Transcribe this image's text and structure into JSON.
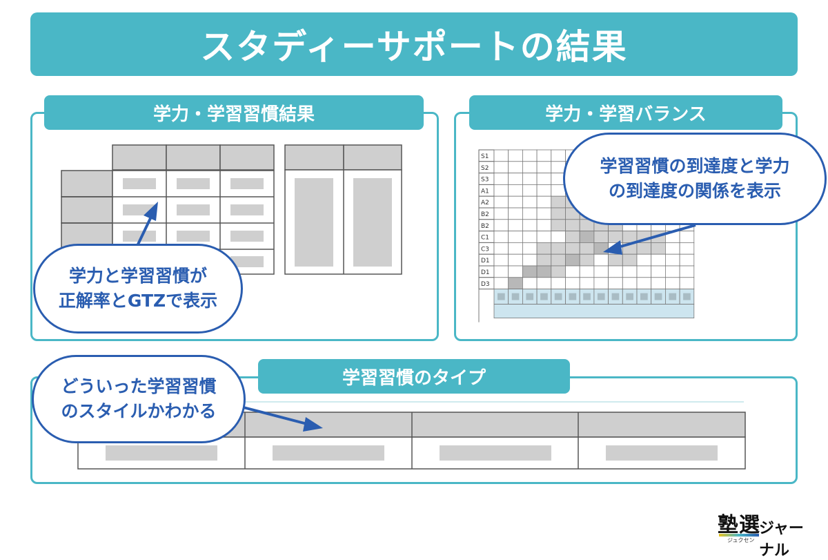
{
  "title": "スタディーサポートの結果",
  "panels": {
    "results": {
      "tab_label": "学力・学習習慣結果",
      "callout": "学力と学習習慣が\n正解率とGTZで表示"
    },
    "balance": {
      "tab_label": "学力・学習バランス",
      "callout": "学習習慣の到達度と学力\nの到達度の関係を表示",
      "row_labels": [
        "S1",
        "S2",
        "S3",
        "A1",
        "A2",
        "B2",
        "B2",
        "C1",
        "C3",
        "D1",
        "D1",
        "D3"
      ]
    },
    "habit_type": {
      "tab_label": "学習習慣のタイプ",
      "callout": "どういった学習習慣\nのスタイルかわかる"
    }
  },
  "brand": {
    "kanji": "塾選",
    "reading": "ジュクセン",
    "name": "ジャーナル"
  },
  "colors": {
    "accent": "#4ab7c6",
    "callout": "#2a5db0",
    "cell_gray": "#cfcfcf"
  }
}
